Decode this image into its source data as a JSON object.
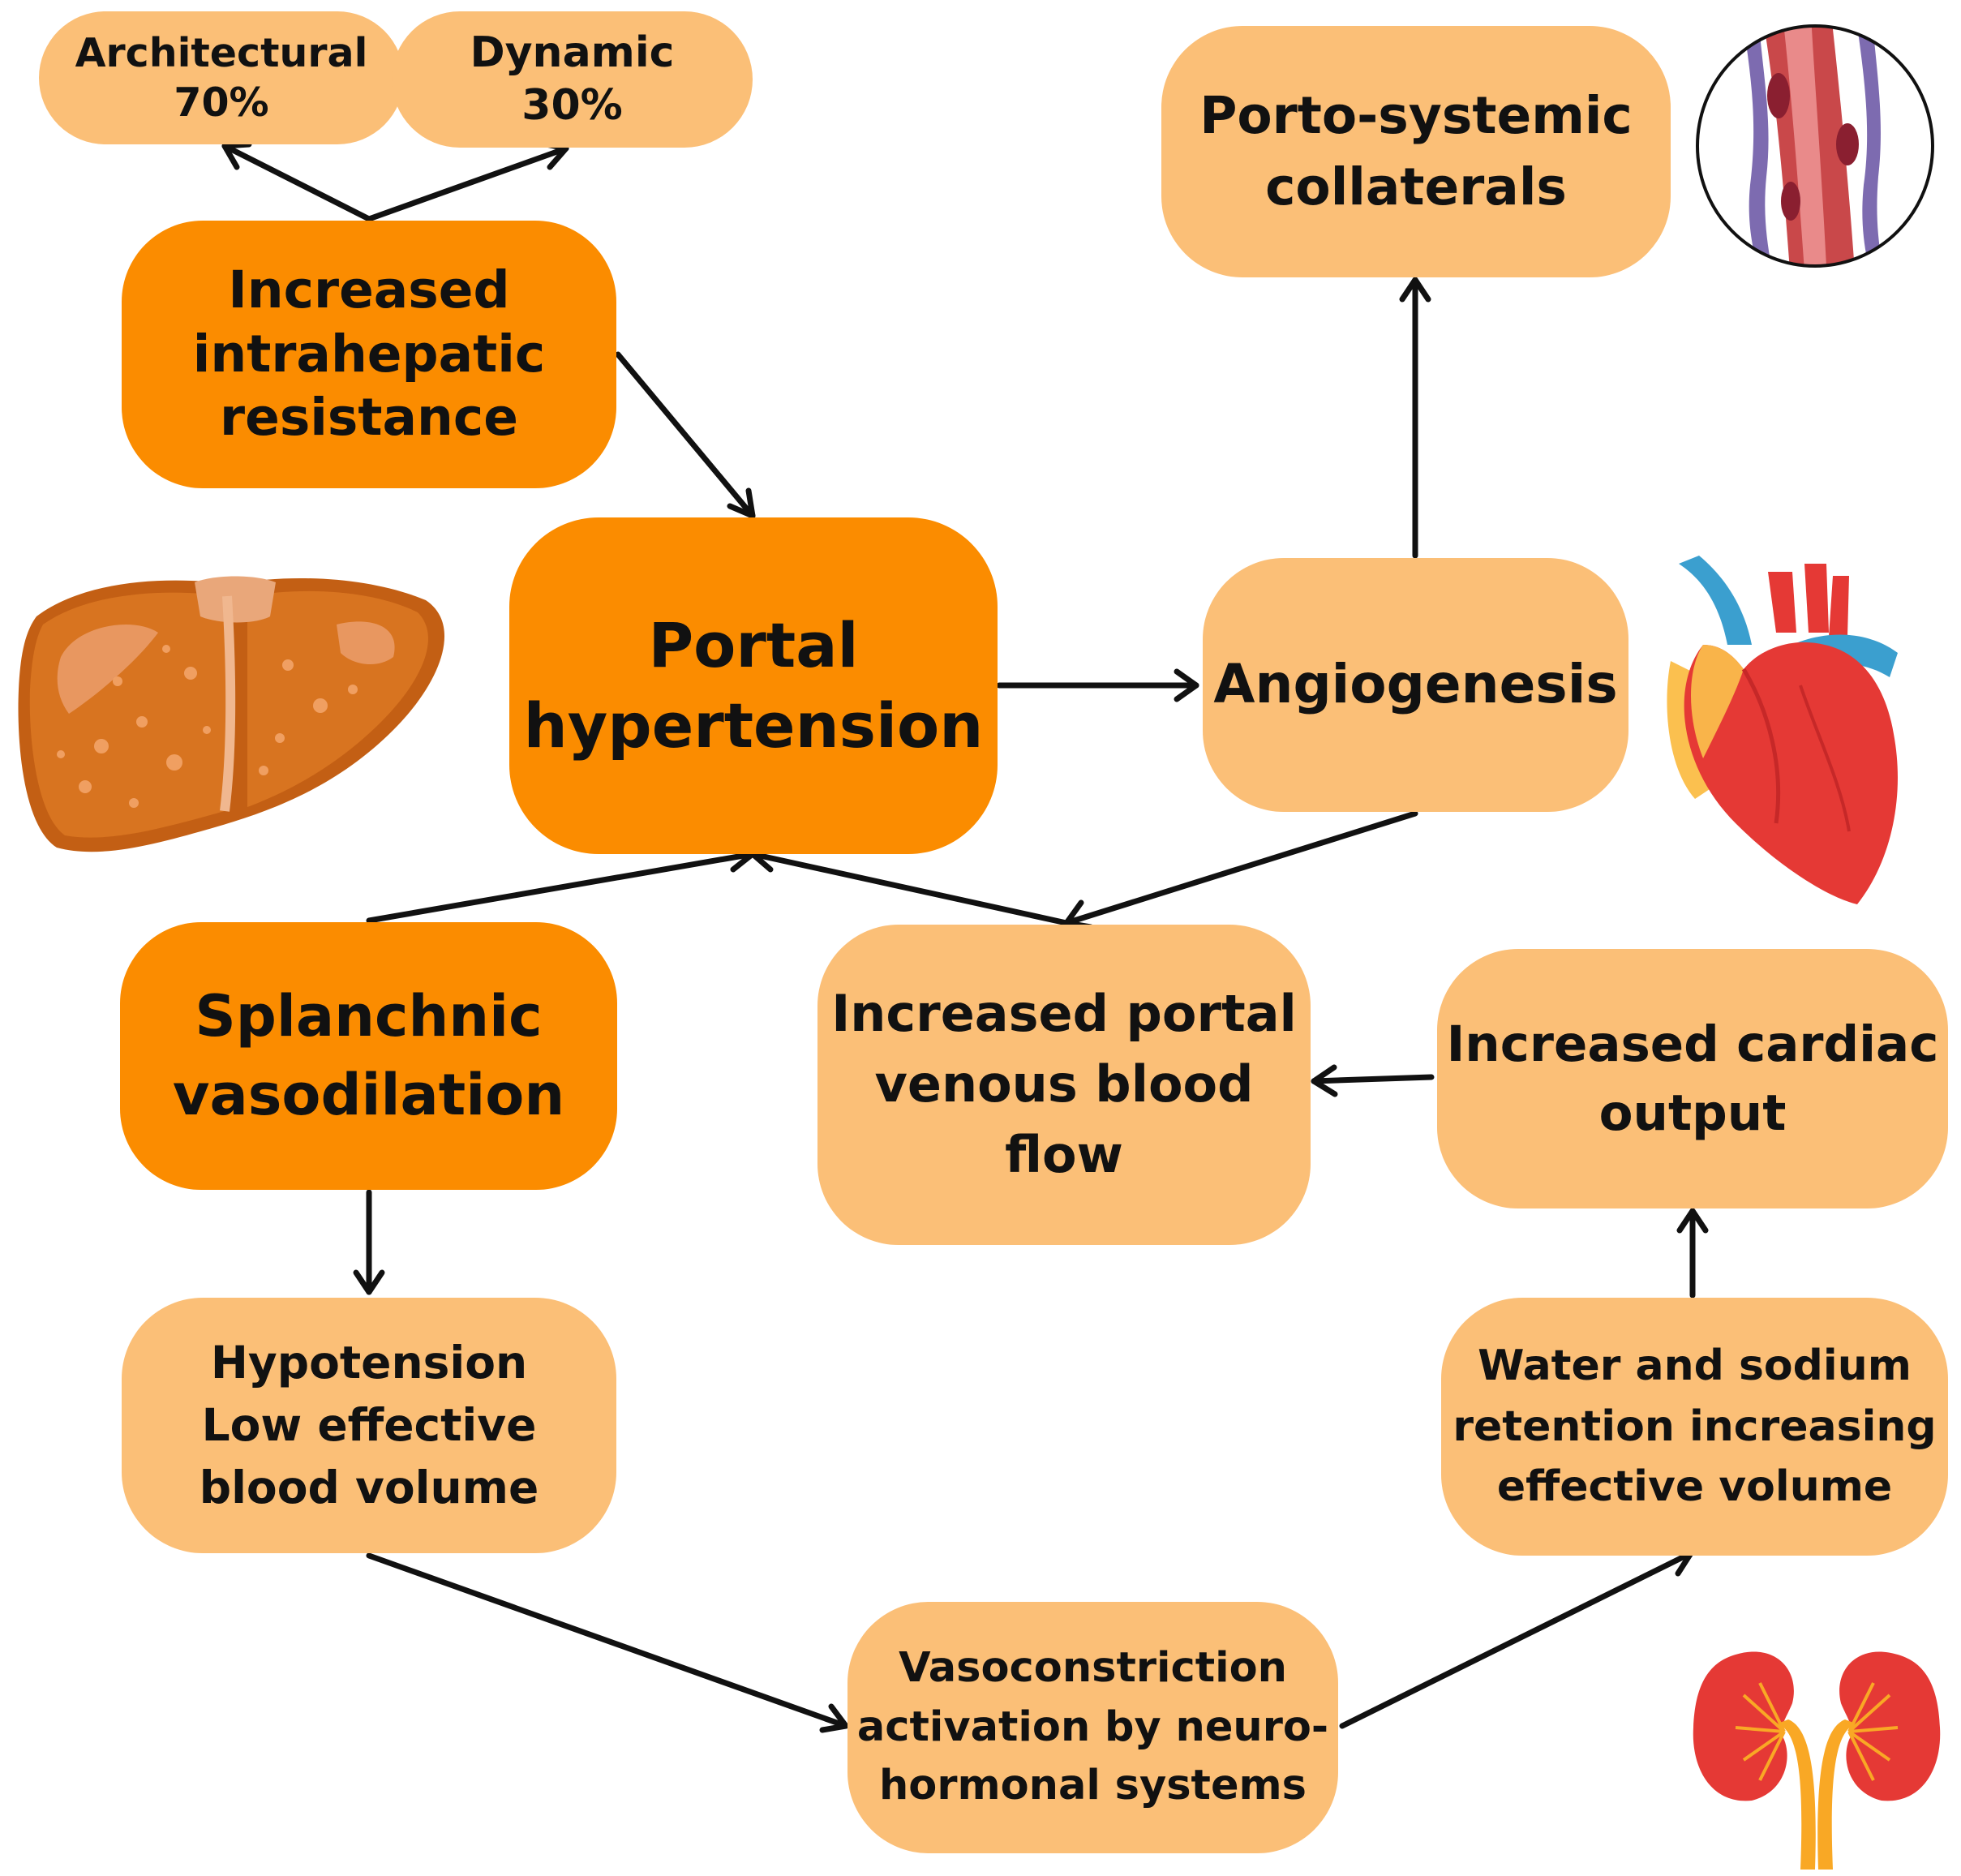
{
  "nodes": {
    "architectural": {
      "lines": [
        "Architectural",
        "70%"
      ]
    },
    "dynamic": {
      "lines": [
        "Dynamic",
        "30%"
      ]
    },
    "intrahepatic": {
      "lines": [
        "Increased",
        "intrahepatic",
        "resistance"
      ]
    },
    "portal": {
      "lines": [
        "Portal",
        "hypertension"
      ]
    },
    "collaterals": {
      "lines": [
        "Porto-systemic",
        "collaterals"
      ]
    },
    "angiogenesis": {
      "lines": [
        "Angiogenesis"
      ]
    },
    "splanchnic": {
      "lines": [
        "Splanchnic",
        "vasodilation"
      ]
    },
    "portal_flow": {
      "lines": [
        "Increased portal",
        "venous blood",
        "flow"
      ]
    },
    "cardiac": {
      "lines": [
        "Increased cardiac",
        "output"
      ]
    },
    "hypotension": {
      "lines": [
        "Hypotension",
        "Low effective",
        "blood volume"
      ]
    },
    "retention": {
      "lines": [
        "Water and sodium",
        "retention increasing",
        "effective volume"
      ]
    },
    "vasoconstriction": {
      "lines": [
        "Vasoconstriction",
        "activation by neuro-",
        "hormonal systems"
      ]
    }
  },
  "colors": {
    "dark_box": "#fb8c00",
    "light_box": "#fbbf77",
    "arrow": "#111111"
  },
  "illustrations": [
    "liver-illustration",
    "heart-illustration",
    "kidneys-illustration",
    "blood-vessel-illustration"
  ]
}
